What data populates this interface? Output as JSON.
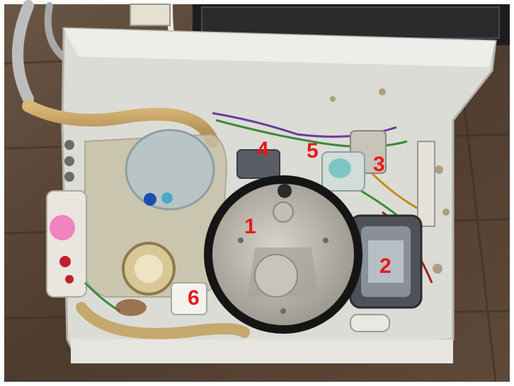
{
  "photo": {
    "callouts": [
      {
        "id": "1",
        "label": "1"
      },
      {
        "id": "2",
        "label": "2"
      },
      {
        "id": "3",
        "label": "3"
      },
      {
        "id": "4",
        "label": "4"
      },
      {
        "id": "5",
        "label": "5"
      },
      {
        "id": "6",
        "label": "6"
      }
    ],
    "colors": {
      "callout": "#e81818",
      "deck": "#5a4636",
      "tray": "#dcdcd6",
      "gasket": "#1a1a1a"
    }
  }
}
